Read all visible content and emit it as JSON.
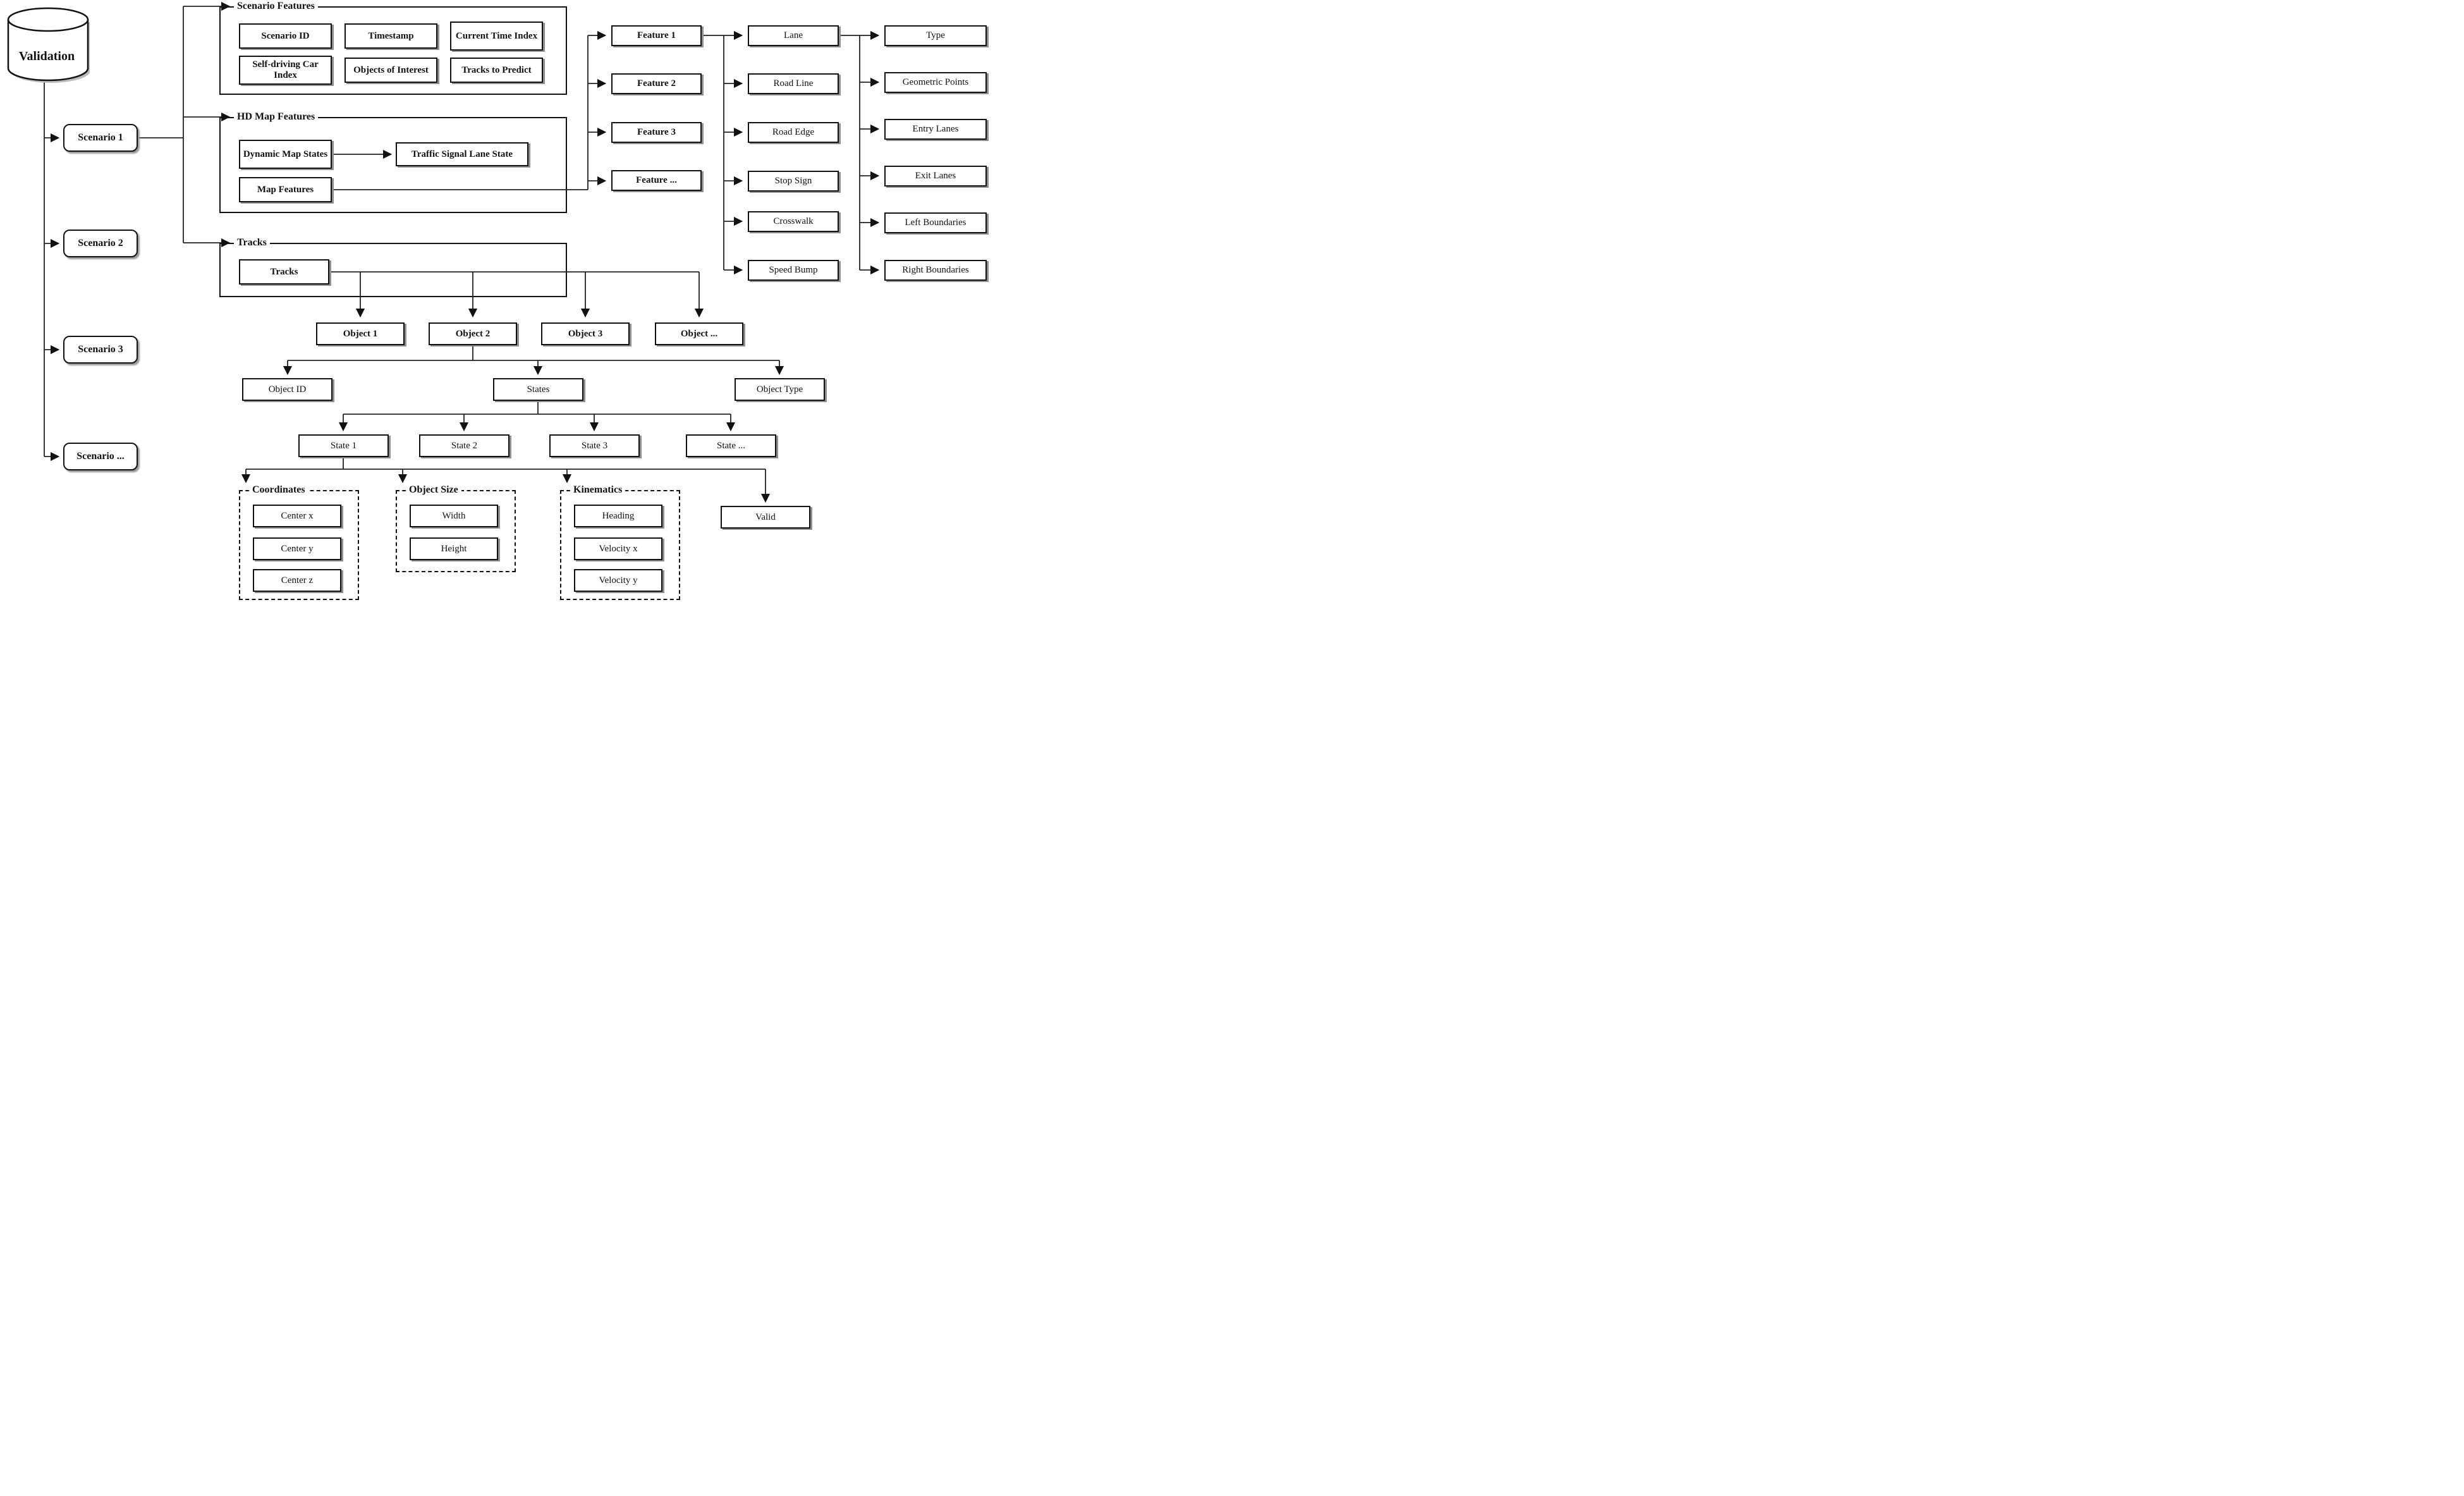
{
  "diagram": {
    "root": {
      "label": "Validation"
    },
    "scenarios": [
      {
        "label": "Scenario 1"
      },
      {
        "label": "Scenario 2"
      },
      {
        "label": "Scenario 3"
      },
      {
        "label": "Scenario ..."
      }
    ],
    "scenario_features": {
      "title": "Scenario Features",
      "items": [
        "Scenario ID",
        "Timestamp",
        "Current Time Index",
        "Self-driving Car Index",
        "Objects of Interest",
        "Tracks to Predict"
      ]
    },
    "hd_map_features": {
      "title": "HD Map Features",
      "dynamic_map_states": "Dynamic Map States",
      "traffic_signal_lane_state": "Traffic Signal Lane State",
      "map_features": "Map Features"
    },
    "tracks_group": {
      "title": "Tracks",
      "tracks_box": "Tracks"
    },
    "features": [
      "Feature 1",
      "Feature 2",
      "Feature 3",
      "Feature ..."
    ],
    "map_feature_types": [
      "Lane",
      "Road Line",
      "Road Edge",
      "Stop Sign",
      "Crosswalk",
      "Speed Bump"
    ],
    "lane_attributes": [
      "Type",
      "Geometric Points",
      "Entry Lanes",
      "Exit Lanes",
      "Left Boundaries",
      "Right Boundaries"
    ],
    "objects": [
      "Object 1",
      "Object 2",
      "Object 3",
      "Object ..."
    ],
    "object_attributes": [
      "Object ID",
      "States",
      "Object Type"
    ],
    "states": [
      "State 1",
      "State 2",
      "State 3",
      "State ..."
    ],
    "coordinates_group": {
      "title": "Coordinates",
      "items": [
        "Center x",
        "Center y",
        "Center z"
      ]
    },
    "object_size_group": {
      "title": "Object Size",
      "items": [
        "Width",
        "Height"
      ]
    },
    "kinematics_group": {
      "title": "Kinematics",
      "items": [
        "Heading",
        "Velocity x",
        "Velocity y"
      ]
    },
    "valid_box": "Valid"
  }
}
